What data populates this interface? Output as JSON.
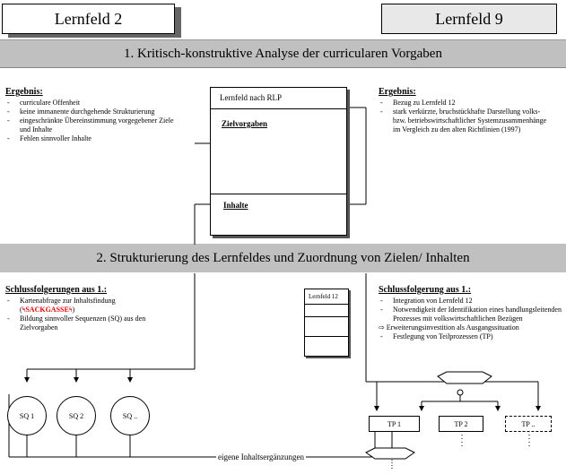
{
  "tabs": {
    "left": "Lernfeld 2",
    "right": "Lernfeld 9"
  },
  "section1": {
    "title": "1. Kritisch-konstruktive Analyse der curricularen Vorgaben"
  },
  "section2": {
    "title": "2. Strukturierung des Lernfeldes und Zuordnung von Zielen/ Inhalten"
  },
  "left_result": {
    "title": "Ergebnis:",
    "items": [
      "curriculare Offenheit",
      "keine immanente durchgehende Strukturierung",
      "eingeschränkte Übereinstimmung vorgegebener Ziele und Inhalte",
      "Fehlen sinnvoller Inhalte"
    ]
  },
  "right_result": {
    "title": "Ergebnis:",
    "items": [
      "Bezug zu Lernfeld 12",
      "stark verkürzte, bruchstückhafte Darstellung volks- bzw. betriebswirtschaftlicher Systemzusammenhänge im Vergleich zu den alten Richtlinien (1997)"
    ]
  },
  "rlp_box": {
    "header": "Lernfeld nach RLP",
    "ziel": "Zielvorgaben",
    "inhalte": "Inhalte"
  },
  "left_conclusion": {
    "title": "Schlussfolgerungen aus 1.:",
    "item1": "Kartenabfrage zur Inhaltsfindung",
    "sackgasse": "SACKGASSE",
    "item2": "Bildung sinnvoller Sequenzen (SQ) aus den Zielvorgaben"
  },
  "right_conclusion": {
    "title": "Schlussfolgerung aus 1.:",
    "items": [
      "Integration von Lernfeld 12",
      "Notwendigkeit der Identifikation eines handlungsleitenden Prozesses mit volkswirtschaftlichen Bezügen"
    ],
    "arrow_item": "⇨ Erweiterungsinvestition als Ausgangssituation",
    "last_item": "Festlegung von Teilprozessen (TP)"
  },
  "lf12_box": {
    "header": "Lernfeld 12"
  },
  "sequences": [
    "SQ 1",
    "SQ 2",
    "SQ .."
  ],
  "teilprozesse": [
    "TP 1",
    "TP 2",
    "TP .."
  ],
  "bottom_label": "eigene Inhaltsergänzungen"
}
